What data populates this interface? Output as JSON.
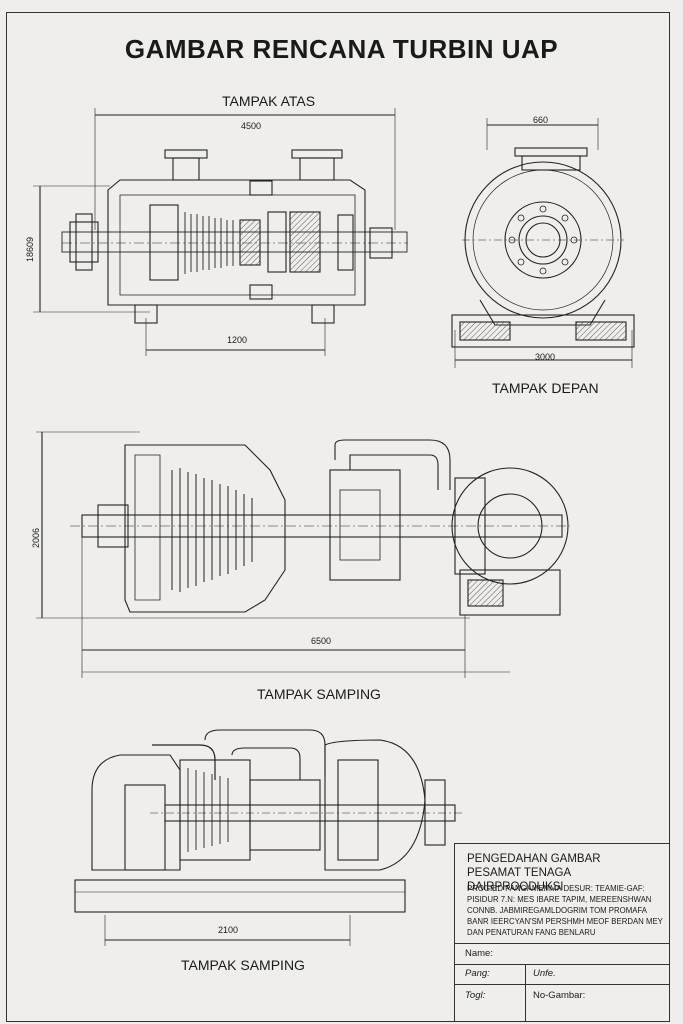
{
  "title": "GAMBAR RENCANA TURBIN UAP",
  "views": {
    "top": {
      "label": "TAMPAK ATAS",
      "dim_width": "4500",
      "dim_height": "18609",
      "dim_base": "1200"
    },
    "front": {
      "label": "TAMPAK DEPAN",
      "dim_top": "660",
      "dim_base": "3000"
    },
    "side1": {
      "label": "TAMPAK SAMPING",
      "dim_height": "2006",
      "dim_length": "6500"
    },
    "side2": {
      "label": "TAMPAK SAMPING",
      "dim_length": "2100"
    }
  },
  "title_block": {
    "heading1": "PENGEDAHAN GAMBAR",
    "heading2": "PESAMAT TENAGA DAIRPROODUKSI",
    "desc1": "PROGIED PANGAMEMMA DESUR: TEAMIE-GAF:",
    "desc2": "PISIDUR 7.N: MES IBARE TAPIM, MEREENSHWAN",
    "desc3": "CONNB. JABMIREGAMLDOGRIM TOM PROMAFA",
    "desc4": "BANR IEERCYAN'SM PERSHMH MEOF BERDAN MEY",
    "desc5": "DAN PENATURAN FANG BENLARU",
    "name_label": "Name:",
    "pang_label": "Pang:",
    "info_label": "Unfe.",
    "tgl_label": "Togl:",
    "no_label": "No-Gambar:"
  }
}
